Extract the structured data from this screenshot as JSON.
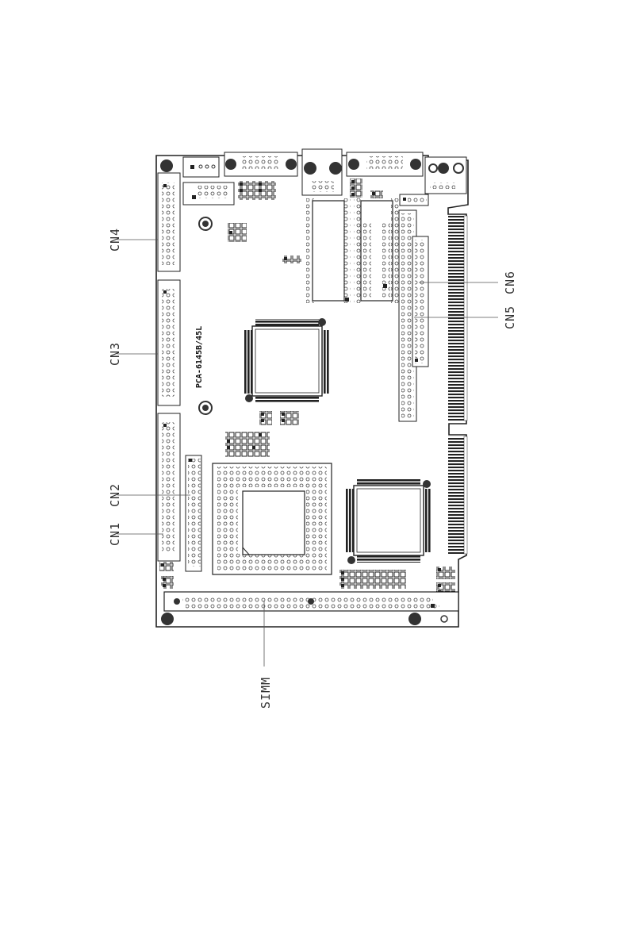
{
  "diagram": {
    "board_model": "PCA-6145B/45L",
    "labels": {
      "cn1": "CN1",
      "cn2": "CN2",
      "cn3": "CN3",
      "cn4": "CN4",
      "cn5": "CN5",
      "cn6": "CN6",
      "simm": "SIMM"
    }
  }
}
